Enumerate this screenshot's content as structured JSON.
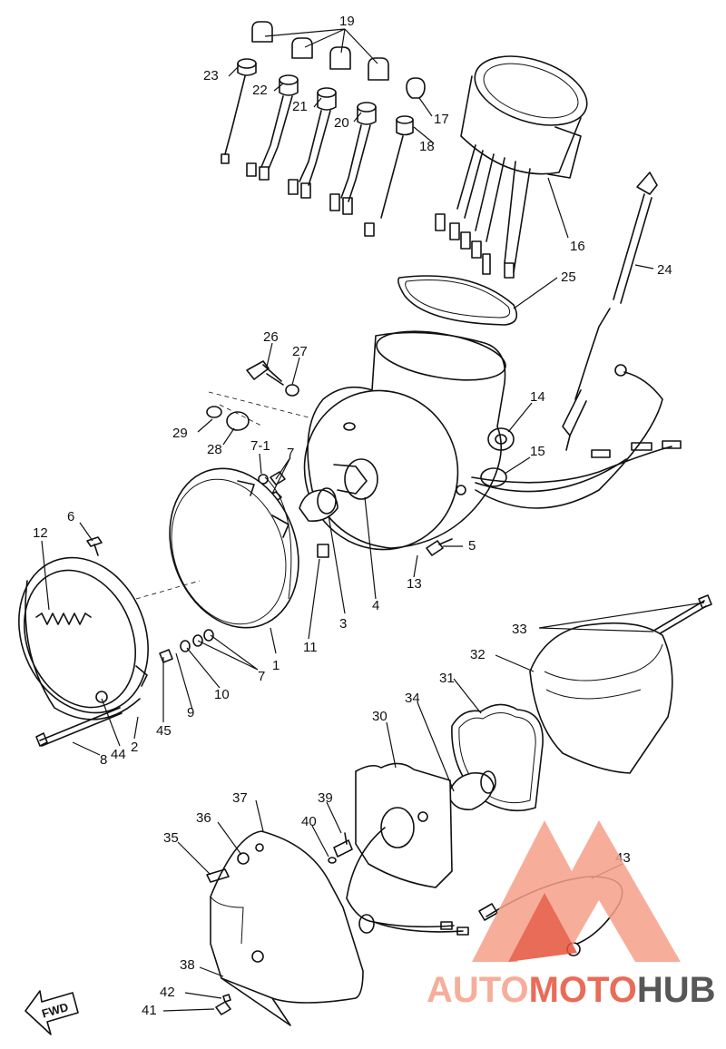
{
  "diagram": {
    "fwd_label": "FWD",
    "callouts": [
      {
        "id": "c19",
        "text": "19"
      },
      {
        "id": "c23",
        "text": "23"
      },
      {
        "id": "c22",
        "text": "22"
      },
      {
        "id": "c21",
        "text": "21"
      },
      {
        "id": "c20",
        "text": "20"
      },
      {
        "id": "c17",
        "text": "17"
      },
      {
        "id": "c18",
        "text": "18"
      },
      {
        "id": "c16",
        "text": "16"
      },
      {
        "id": "c24",
        "text": "24"
      },
      {
        "id": "c25",
        "text": "25"
      },
      {
        "id": "c26",
        "text": "26"
      },
      {
        "id": "c27",
        "text": "27"
      },
      {
        "id": "c29",
        "text": "29"
      },
      {
        "id": "c28",
        "text": "28"
      },
      {
        "id": "c7-1",
        "text": "7-1"
      },
      {
        "id": "c7a",
        "text": "7"
      },
      {
        "id": "c14",
        "text": "14"
      },
      {
        "id": "c15",
        "text": "15"
      },
      {
        "id": "c12",
        "text": "12"
      },
      {
        "id": "c6",
        "text": "6"
      },
      {
        "id": "c5",
        "text": "5"
      },
      {
        "id": "c13",
        "text": "13"
      },
      {
        "id": "c3",
        "text": "3"
      },
      {
        "id": "c4",
        "text": "4"
      },
      {
        "id": "c11",
        "text": "11"
      },
      {
        "id": "c1",
        "text": "1"
      },
      {
        "id": "c7b",
        "text": "7"
      },
      {
        "id": "c10",
        "text": "10"
      },
      {
        "id": "c9",
        "text": "9"
      },
      {
        "id": "c45",
        "text": "45"
      },
      {
        "id": "c2",
        "text": "2"
      },
      {
        "id": "c44",
        "text": "44"
      },
      {
        "id": "c8",
        "text": "8"
      },
      {
        "id": "c33",
        "text": "33"
      },
      {
        "id": "c32",
        "text": "32"
      },
      {
        "id": "c31",
        "text": "31"
      },
      {
        "id": "c34",
        "text": "34"
      },
      {
        "id": "c30",
        "text": "30"
      },
      {
        "id": "c37",
        "text": "37"
      },
      {
        "id": "c36",
        "text": "36"
      },
      {
        "id": "c35",
        "text": "35"
      },
      {
        "id": "c39",
        "text": "39"
      },
      {
        "id": "c40",
        "text": "40"
      },
      {
        "id": "c43",
        "text": "43"
      },
      {
        "id": "c38",
        "text": "38"
      },
      {
        "id": "c42",
        "text": "42"
      },
      {
        "id": "c41",
        "text": "41"
      }
    ]
  },
  "watermark": {
    "text_part1": "AUTO",
    "text_part2": "MOTO",
    "text_part3": "HUB",
    "color_light": "#f5a08a",
    "color_accent": "#e6533c",
    "color_dark": "#3a3a3a"
  }
}
